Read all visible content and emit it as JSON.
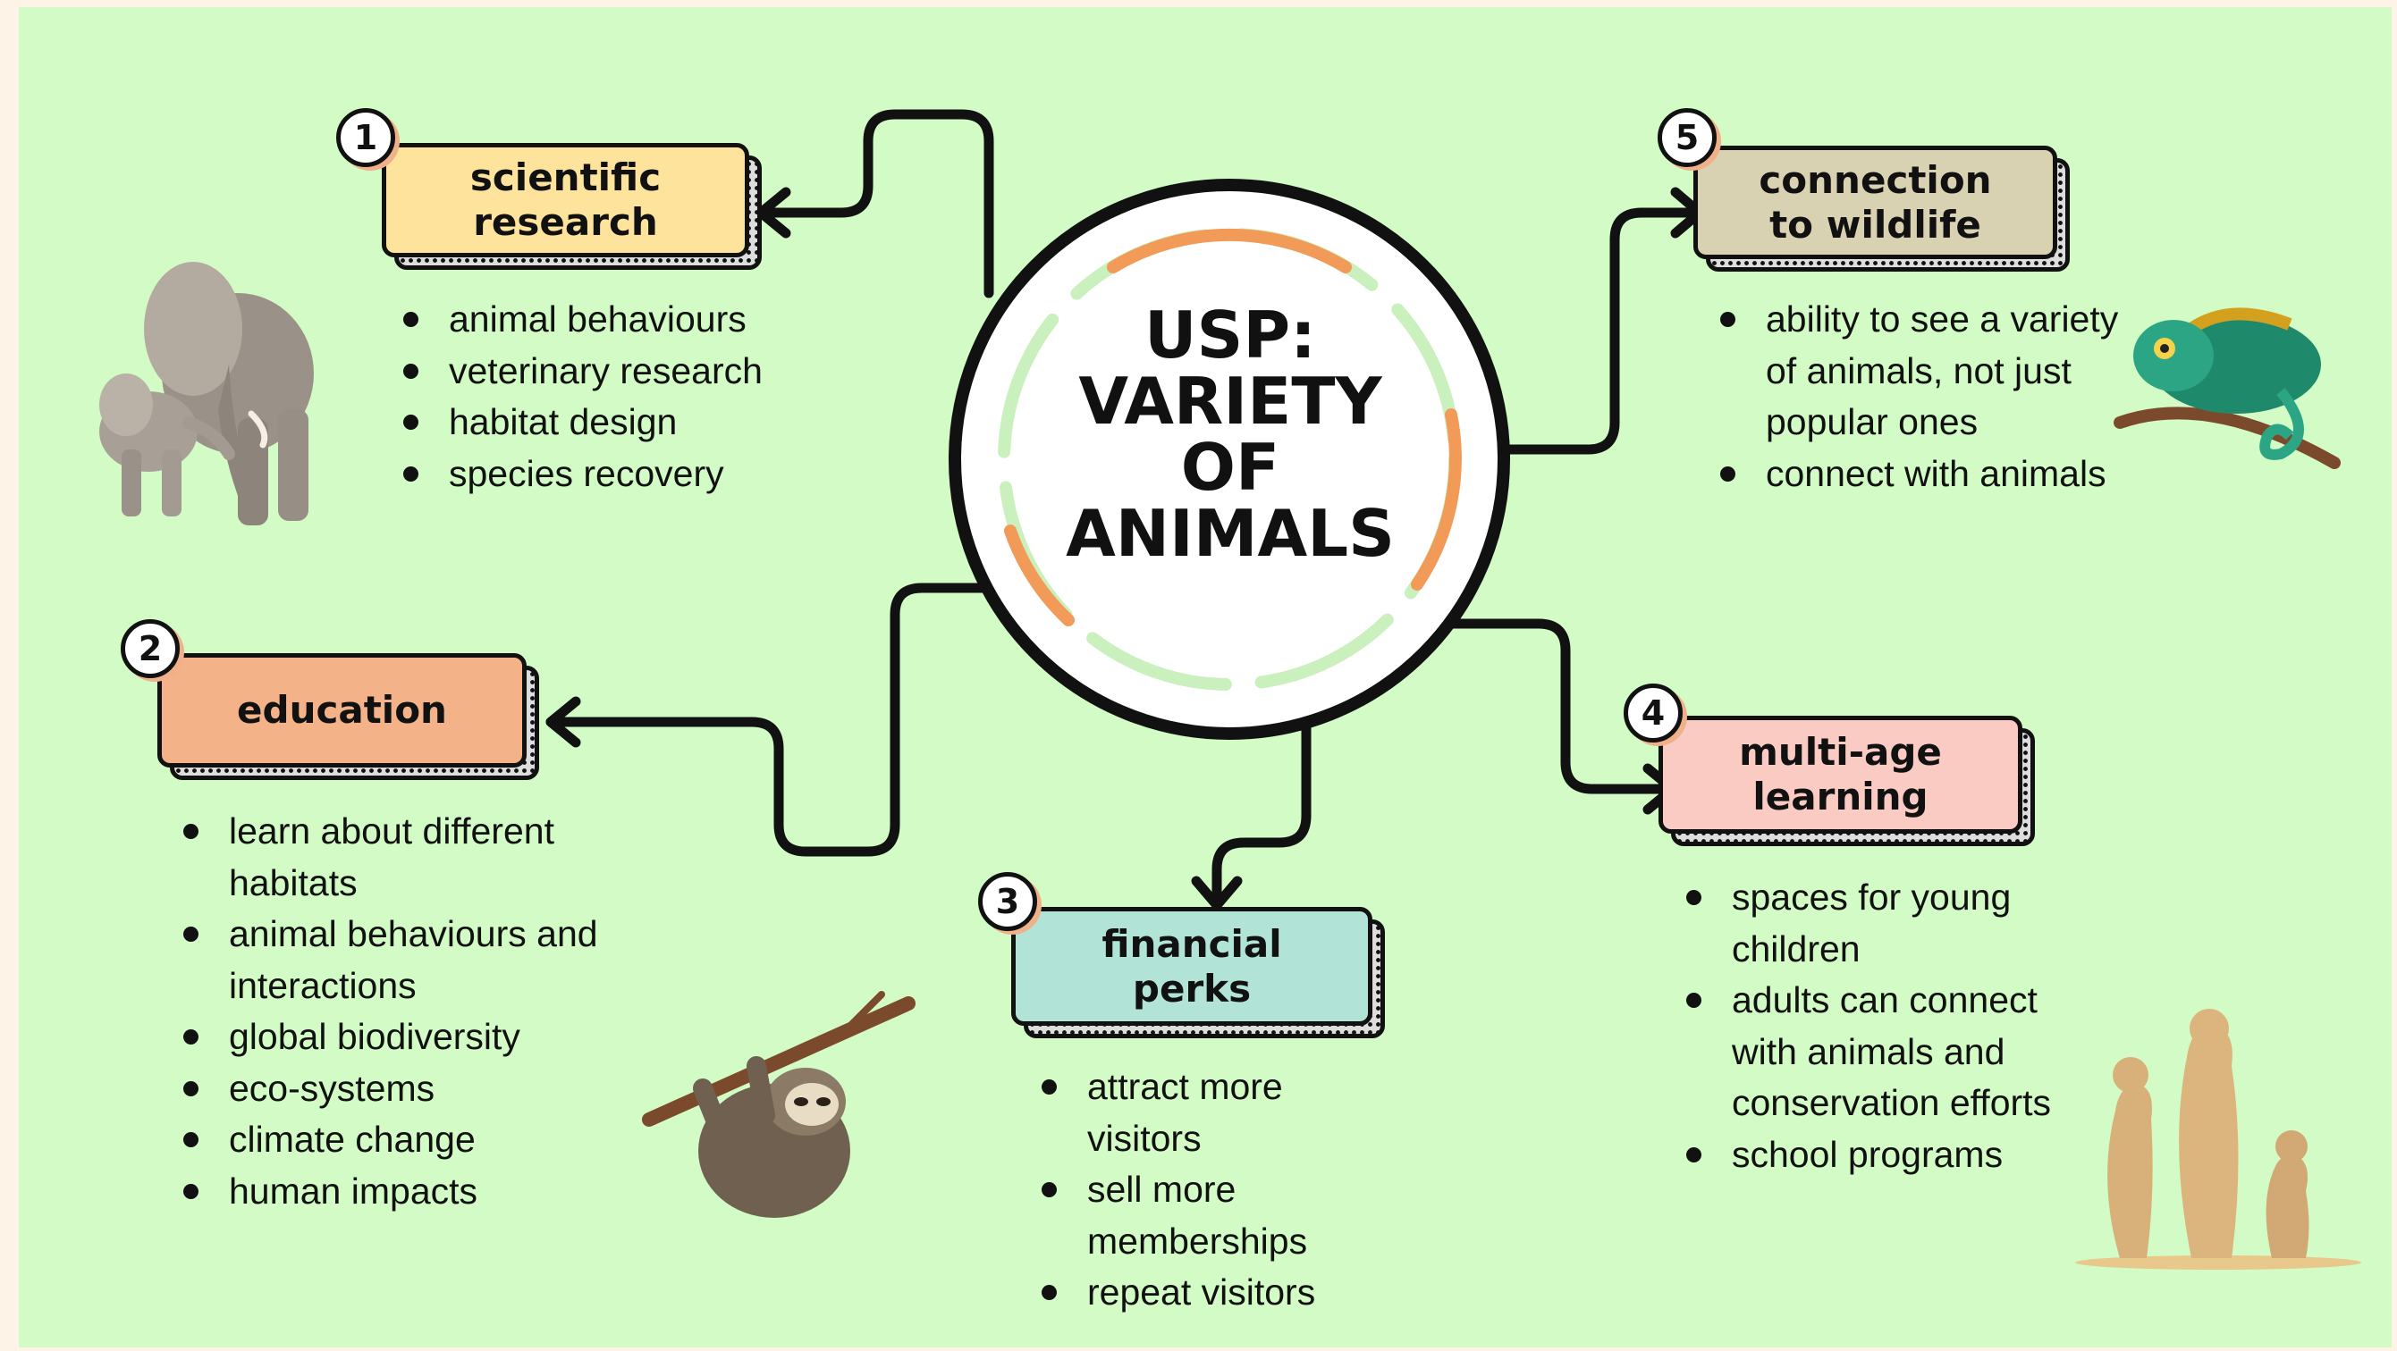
{
  "center": {
    "lines": [
      "USP:",
      "VARIETY",
      "OF",
      "ANIMALS"
    ]
  },
  "colors": {
    "background": "#d2fbc5",
    "scientific_research": "#fde39c",
    "education": "#f3b287",
    "financial_perks": "#b1e4d6",
    "multi_age_learning": "#f9cbc3",
    "connection_to_wildlife": "#d9d2b2",
    "ring_orange": "#f29a58",
    "ring_green": "#c9f0bd"
  },
  "nodes": {
    "scientific_research": {
      "number": "1",
      "title": [
        "scientific",
        "research"
      ],
      "bullets": [
        "animal behaviours",
        "veterinary research",
        "habitat design",
        "species recovery"
      ]
    },
    "education": {
      "number": "2",
      "title": [
        "education"
      ],
      "bullets": [
        "learn about different habitats",
        "animal behaviours and interactions",
        "global biodiversity",
        "eco-systems",
        "climate change",
        "human impacts"
      ]
    },
    "financial_perks": {
      "number": "3",
      "title": [
        "financial",
        "perks"
      ],
      "bullets": [
        "attract more visitors",
        "sell more memberships",
        "repeat visitors"
      ]
    },
    "multi_age_learning": {
      "number": "4",
      "title": [
        "multi-age",
        "learning"
      ],
      "bullets": [
        "spaces for young children",
        "adults can connect with animals and conservation efforts",
        "school programs"
      ]
    },
    "connection_to_wildlife": {
      "number": "5",
      "title": [
        "connection",
        "to wildlife"
      ],
      "bullets": [
        "ability to see a variety of animals, not just popular ones",
        "connect with animals"
      ]
    }
  },
  "illustrations": [
    "elephant-illustration",
    "sloth-illustration",
    "chameleon-illustration",
    "meerkat-illustration"
  ]
}
